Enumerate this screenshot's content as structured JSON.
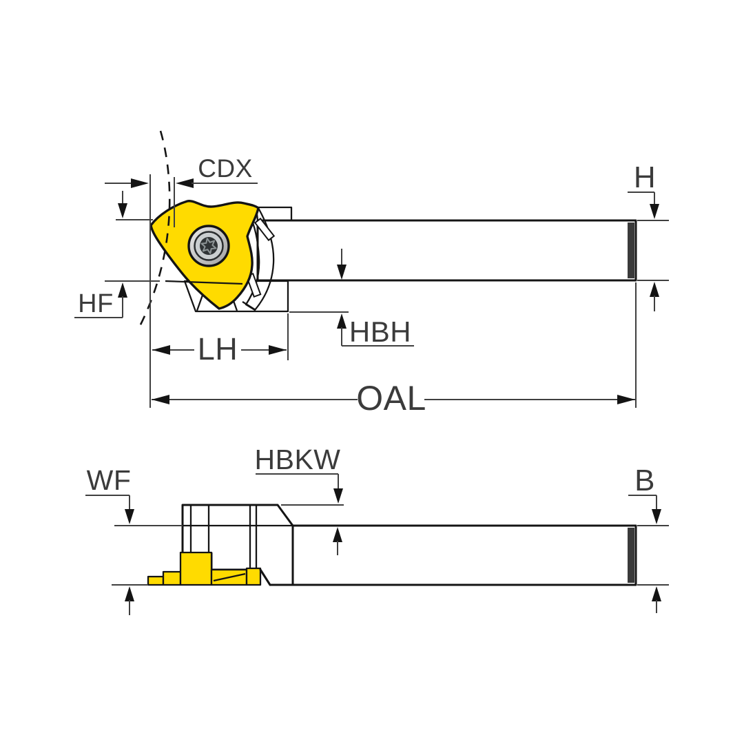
{
  "drawing": {
    "type": "technical-dimension-drawing",
    "subject": "grooving-tool-holder",
    "side_view": {
      "name": "side view",
      "labels": {
        "cdx": "CDX",
        "hf": "HF",
        "h": "H",
        "hbh": "HBH",
        "lh": "LH",
        "oal": "OAL"
      }
    },
    "top_view": {
      "name": "top view",
      "labels": {
        "wf": "WF",
        "hbkw": "HBKW",
        "b": "B"
      }
    },
    "colors": {
      "insert": "#FFDB00",
      "outline": "#141414",
      "dimension_line": "#3f3f3f",
      "dimension_text": "#3b3b3b",
      "steel_light": "#f8f8f8",
      "steel_dark": "#c6c6c6",
      "head_gray": "#e4e4e4",
      "end_face": "#3a3a3a",
      "screw_dark": "#303436",
      "screw_silver": "#d6dadb"
    }
  }
}
